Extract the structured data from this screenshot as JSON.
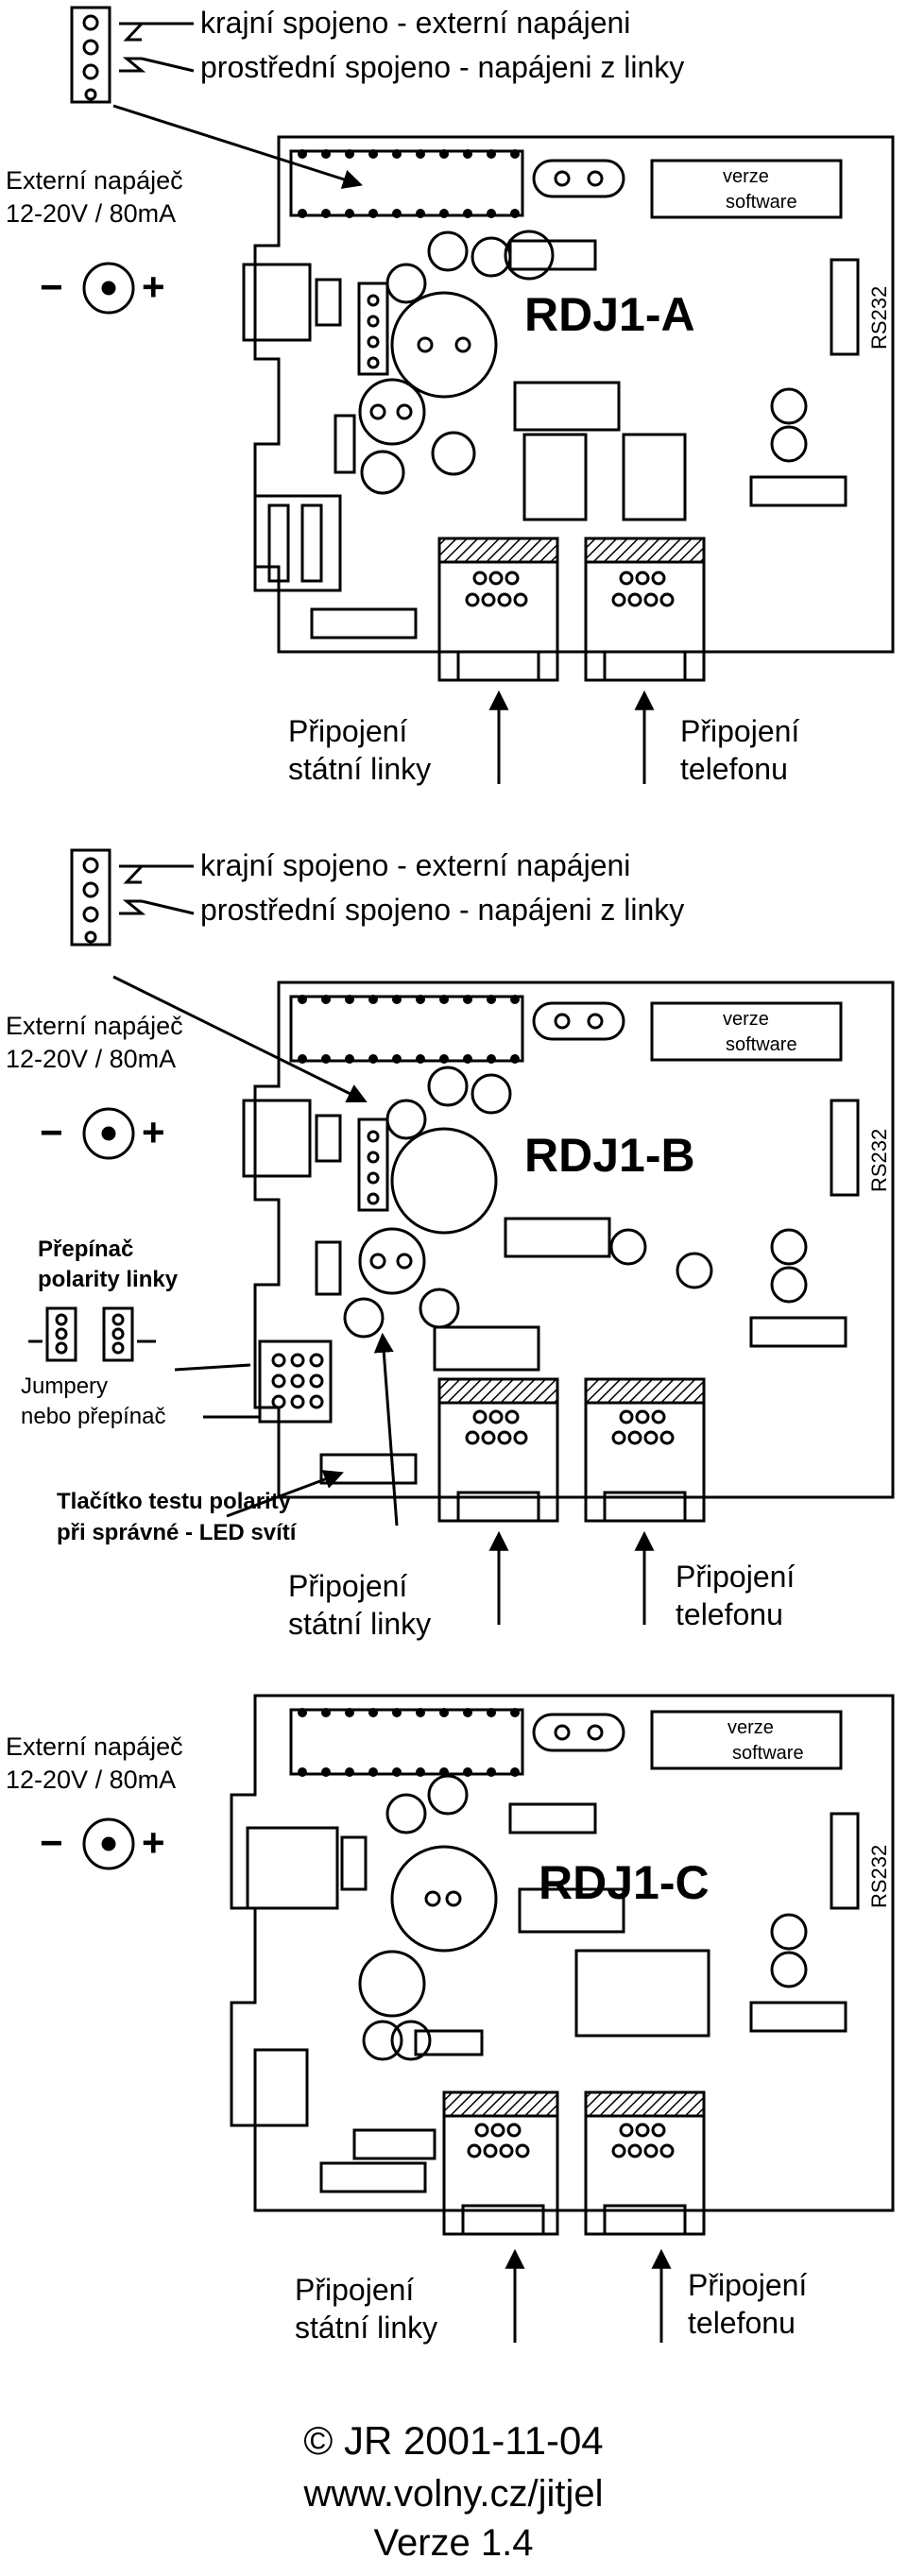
{
  "jumper_note": {
    "outer": "krajní spojeno - externí napájeni",
    "middle": "prostřední spojeno - napájeni z linky"
  },
  "power": {
    "title": "Externí napáječ",
    "spec": "12-20V / 80mA",
    "minus": "−",
    "plus": "+"
  },
  "chip_label": {
    "line1": "verze",
    "line2": "software"
  },
  "rs232": "RS232",
  "connectors": {
    "line_1": "Připojení",
    "line_2": "státní linky",
    "phone_1": "Připojení",
    "phone_2": "telefonu"
  },
  "boards": [
    {
      "model": "RDJ1-A"
    },
    {
      "model": "RDJ1-B"
    },
    {
      "model": "RDJ1-C"
    }
  ],
  "polarity": {
    "switch_1": "Přepínač",
    "switch_2": "polarity linky",
    "jumper_1": "Jumpery",
    "jumper_2": "nebo přepínač",
    "test_1": "Tlačítko testu polarity",
    "test_2": "při správné - LED svítí"
  },
  "footer": {
    "copyright": "© JR 2001-11-04",
    "url": "www.volny.cz/jitjel",
    "version": "Verze 1.4"
  }
}
